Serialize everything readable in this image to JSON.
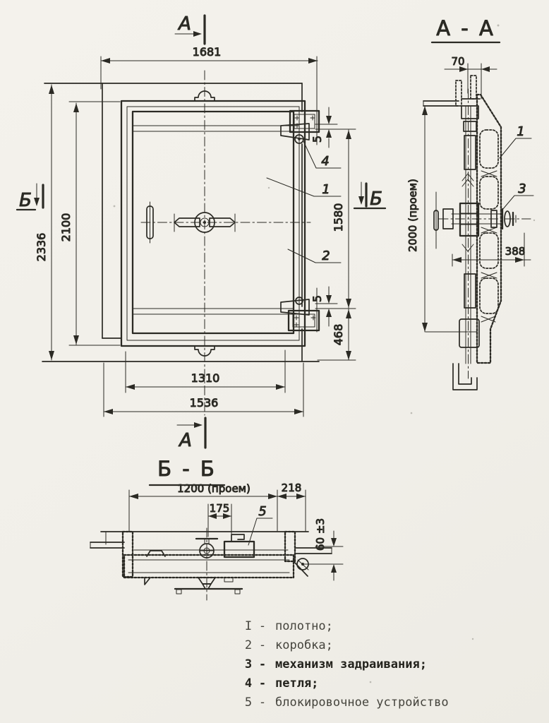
{
  "markers": {
    "a": "А",
    "b": "Б"
  },
  "sections": {
    "aa_title": "А - А",
    "bb_title": "Б - Б"
  },
  "front_view": {
    "dim_top_width": "1681",
    "dim_overall_height": "2336",
    "dim_frame_height": "2100",
    "dim_hinge_span": "1580",
    "dim_hinge_gap_top": "5",
    "dim_hinge_gap_bottom": "5",
    "dim_bottom_offset": "468",
    "dim_leaf_width": "1310",
    "dim_frame_width": "1536",
    "label_leaf": "1",
    "label_frame": "2",
    "label_hinge": "4"
  },
  "section_aa": {
    "dim_thickness": "70",
    "dim_opening_height": "2000 (проем)",
    "dim_depth": "388",
    "label_leaf": "1",
    "label_mechanism": "3"
  },
  "section_bb": {
    "dim_opening_width": "1200 (проем)",
    "dim_frame_offset": "218",
    "dim_handle_offset": "175",
    "dim_gap": "60 ±3",
    "label_blocking": "5"
  },
  "legend": {
    "sep": "-",
    "items": [
      {
        "num": "I",
        "text": "полотно;"
      },
      {
        "num": "2",
        "text": "коробка;"
      },
      {
        "num": "3",
        "text": "механизм задраивания;"
      },
      {
        "num": "4",
        "text": "петля;"
      },
      {
        "num": "5",
        "text": "блокировочное устройство"
      }
    ]
  }
}
